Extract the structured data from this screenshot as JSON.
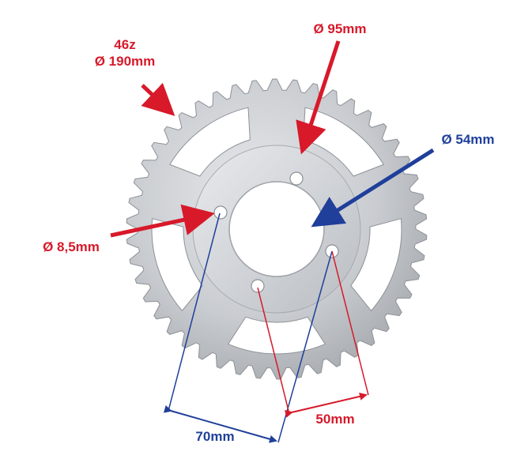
{
  "labels": {
    "teeth": "46z",
    "outer_diameter": "Ø 190mm",
    "bolt_circle": "Ø 95mm",
    "center_bore": "Ø 54mm",
    "bolt_hole": "Ø 8,5mm",
    "hole_spacing_a": "70mm",
    "hole_spacing_b": "50mm"
  },
  "colors": {
    "annotation_red": "#d7192a",
    "annotation_blue": "#1f3f9a",
    "metal_light": "#dadcdf",
    "metal_dark": "#9a9da2"
  }
}
